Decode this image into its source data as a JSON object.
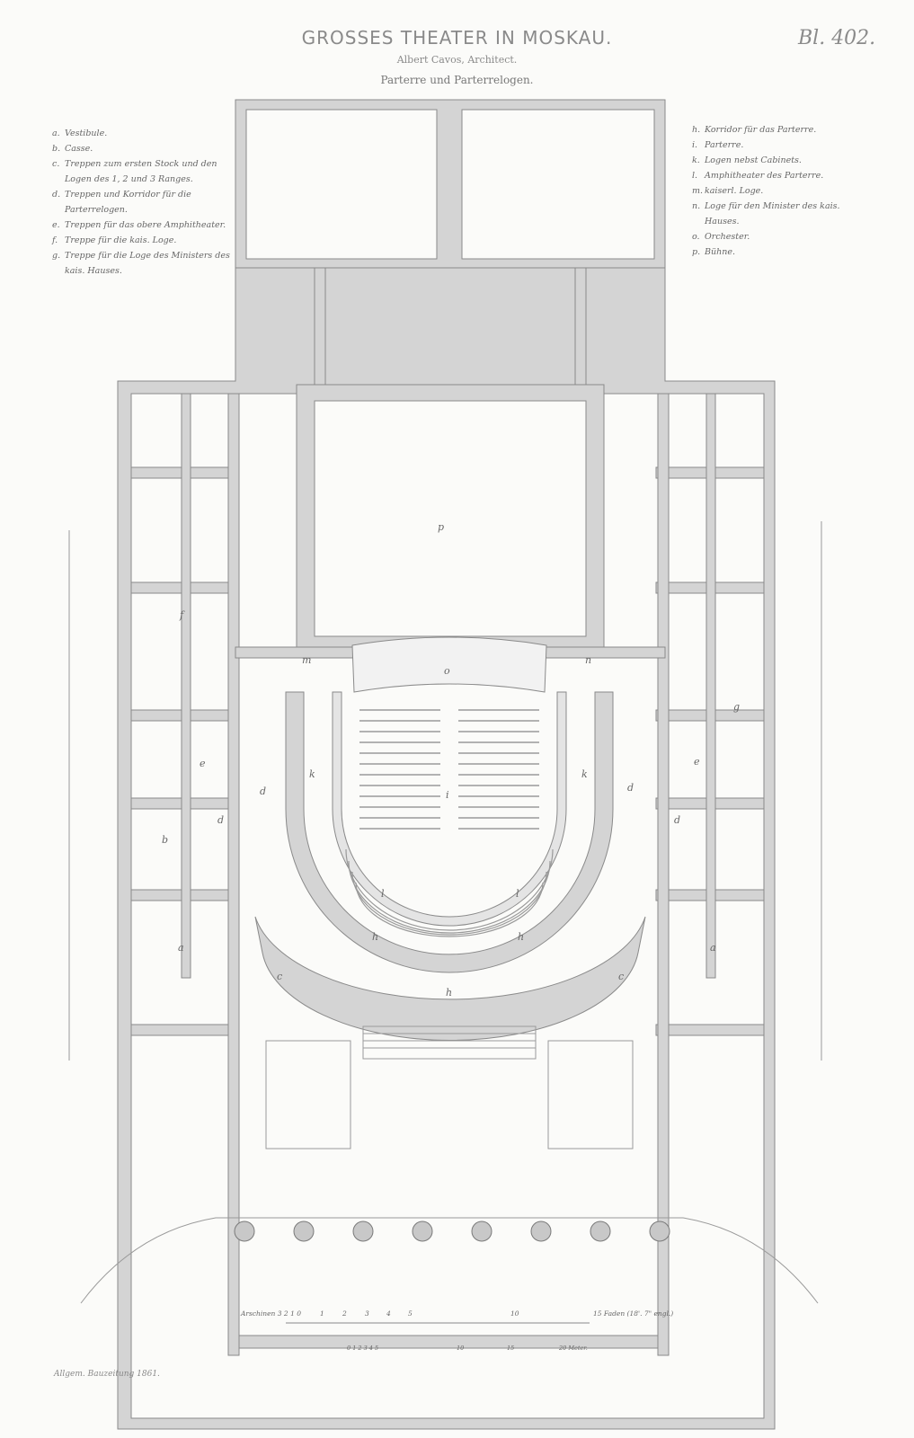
{
  "header": {
    "title": "GROSSES THEATER IN MOSKAU.",
    "architect": "Albert Cavos, Architect.",
    "plan_name": "Parterre und Parterrelogen.",
    "sheet_number": "Bl. 402."
  },
  "legend_left": [
    {
      "key": "a.",
      "text": "Vestibule."
    },
    {
      "key": "b.",
      "text": "Casse."
    },
    {
      "key": "c.",
      "text": "Treppen zum ersten Stock und den Logen des 1, 2 und 3 Ranges."
    },
    {
      "key": "d.",
      "text": "Treppen und Korridor für die Parterrelogen."
    },
    {
      "key": "e.",
      "text": "Treppen für das obere Amphitheater."
    },
    {
      "key": "f.",
      "text": "Treppe für die kais. Loge."
    },
    {
      "key": "g.",
      "text": "Treppe für die Loge des Ministers des kais. Hauses."
    }
  ],
  "legend_right": [
    {
      "key": "h.",
      "text": "Korridor für das Parterre."
    },
    {
      "key": "i.",
      "text": "Parterre."
    },
    {
      "key": "k.",
      "text": "Logen nebst Cabinets."
    },
    {
      "key": "l.",
      "text": "Amphitheater des Parterre."
    },
    {
      "key": "m.",
      "text": "kaiserl. Loge."
    },
    {
      "key": "n.",
      "text": "Loge für den Minister des kais. Hauses."
    },
    {
      "key": "o.",
      "text": "Orchester."
    },
    {
      "key": "p.",
      "text": "Bühne."
    }
  ],
  "plan_labels": {
    "p": "p",
    "o": "o",
    "m": "m",
    "n": "n",
    "i": "i",
    "k": "k",
    "l": "l",
    "h": "h",
    "d": "d",
    "c": "c",
    "b": "b",
    "a": "a",
    "e": "e",
    "f": "f",
    "g": "g"
  },
  "scale": {
    "arschinen": "Arschinen 3 2 1 0",
    "arschinen_ticks": [
      "1",
      "2",
      "3",
      "4",
      "5",
      "10"
    ],
    "faden": "15 Faden (18'. 7\" engl.)",
    "meter_ticks": "0 1 2 3 4 5",
    "meter_mid": [
      "10",
      "15"
    ],
    "meter": "20 Meter."
  },
  "credit": "Allgem. Bauzeitung 1861.",
  "colors": {
    "paper": "#fbfbf9",
    "wall": "#d4d4d4",
    "ink": "#6a6a6a"
  }
}
